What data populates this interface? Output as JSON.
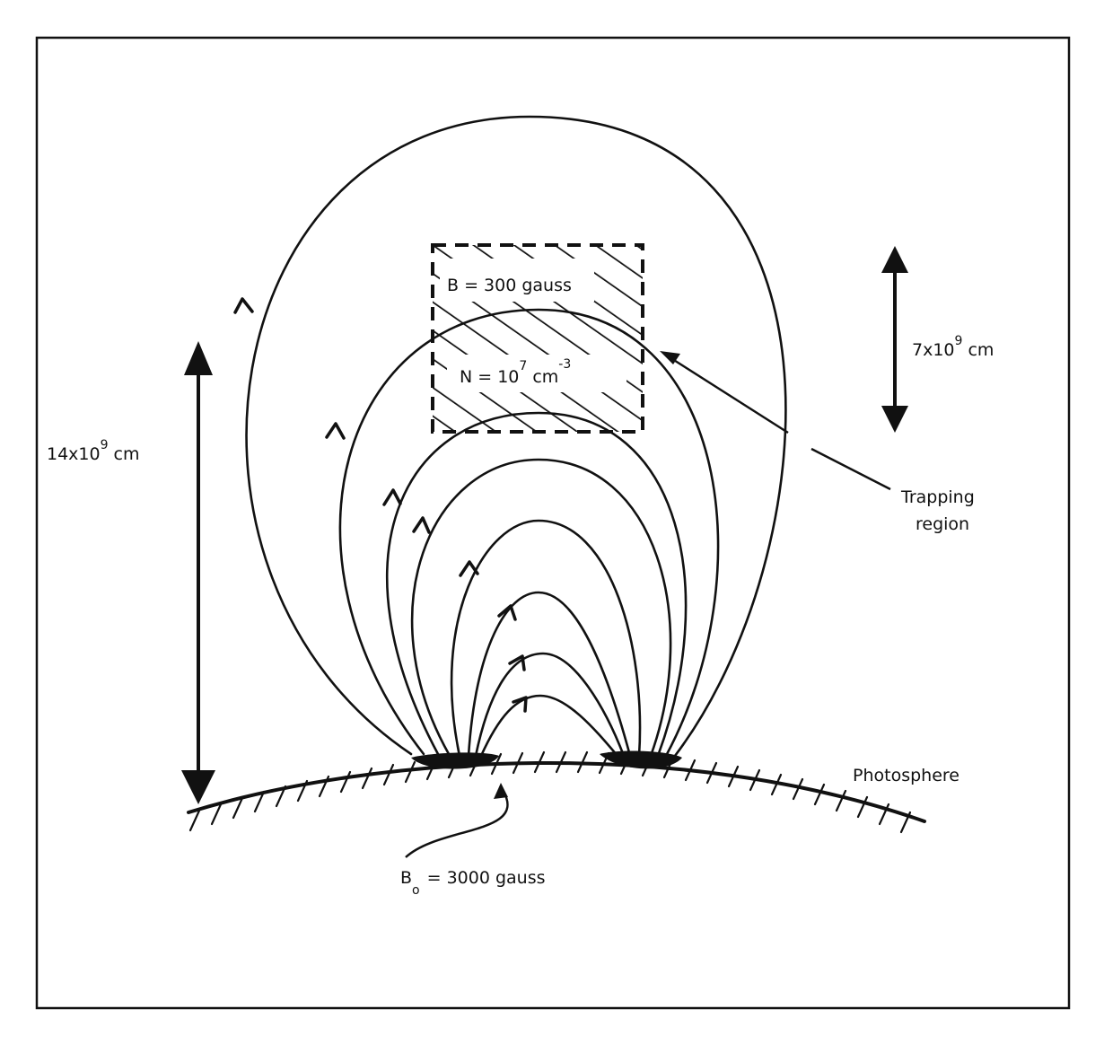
{
  "labels": {
    "height_left": {
      "base": "14x10",
      "exp": "9",
      "unit": "cm"
    },
    "height_right": {
      "base": "7x10",
      "exp": "9",
      "unit": "cm"
    },
    "field_region": "B = 300 gauss",
    "density": {
      "base": "N = 10",
      "exp": "7",
      "unit": "cm",
      "unit_exp": "-3"
    },
    "trapping_line1": "Trapping",
    "trapping_line2": "region",
    "photosphere": "Photosphere",
    "footpoint": {
      "base": "B",
      "sub": "o",
      "rest": "= 3000 gauss"
    }
  },
  "colors": {
    "ink": "#111111",
    "paper": "#ffffff"
  }
}
